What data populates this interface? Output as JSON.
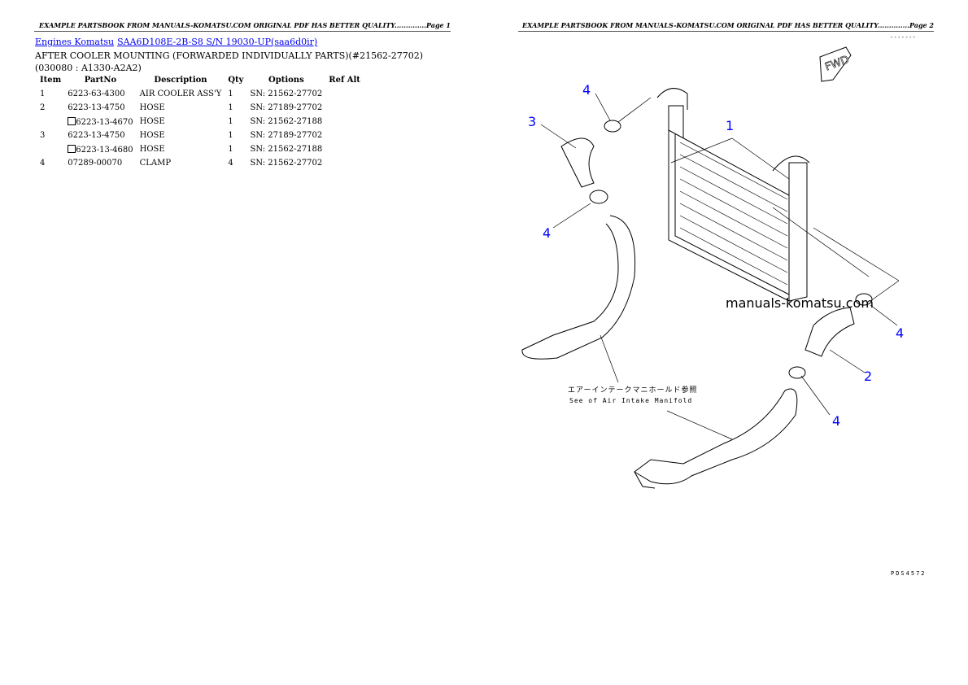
{
  "page1_header": "EXAMPLE PARTSBOOK FROM MANUALS-KOMATSU.COM ORIGINAL PDF HAS BETTER QUALITY..............Page 1",
  "page2_header": "EXAMPLE PARTSBOOK FROM MANUALS-KOMATSU.COM ORIGINAL PDF HAS BETTER QUALITY..............Page 2",
  "breadcrumb": {
    "link1": "Engines Komatsu",
    "link2": "SAA6D108E-2B-S8 S/N 19030-UP(saa6d0ir)"
  },
  "section_title": "AFTER COOLER MOUNTING (FORWARDED INDIVIDUALLY PARTS)(#21562-27702)(030080 : A1330-A2A2)",
  "table": {
    "headers": [
      "Item",
      "PartNo",
      "Description",
      "Qty",
      "Options",
      "Ref Alt"
    ],
    "rows": [
      {
        "item": "1",
        "partno": "6223-63-4300",
        "alt": false,
        "desc": "AIR COOLER ASS'Y",
        "qty": "1",
        "options": "SN: 21562-27702"
      },
      {
        "item": "2",
        "partno": "6223-13-4750",
        "alt": false,
        "desc": "HOSE",
        "qty": "1",
        "options": "SN: 27189-27702"
      },
      {
        "item": "",
        "partno": "6223-13-4670",
        "alt": true,
        "desc": "HOSE",
        "qty": "1",
        "options": "SN: 21562-27188"
      },
      {
        "item": "3",
        "partno": "6223-13-4750",
        "alt": false,
        "desc": "HOSE",
        "qty": "1",
        "options": "SN: 27189-27702"
      },
      {
        "item": "",
        "partno": "6223-13-4680",
        "alt": true,
        "desc": "HOSE",
        "qty": "1",
        "options": "SN: 21562-27188"
      },
      {
        "item": "4",
        "partno": "07289-00070",
        "alt": false,
        "desc": "CLAMP",
        "qty": "4",
        "options": "SN: 21562-27702"
      }
    ]
  },
  "diagram": {
    "fwd_label": "FWD",
    "watermark": "manuals-komatsu.com",
    "note_jp": "エアーインテークマニホールド参照",
    "note_en": "See of Air Intake Manifold",
    "drawing_code": "PDS4572",
    "callouts": [
      "1",
      "2",
      "3",
      "4",
      "4",
      "4",
      "4"
    ],
    "callout_color": "#0000ff"
  }
}
